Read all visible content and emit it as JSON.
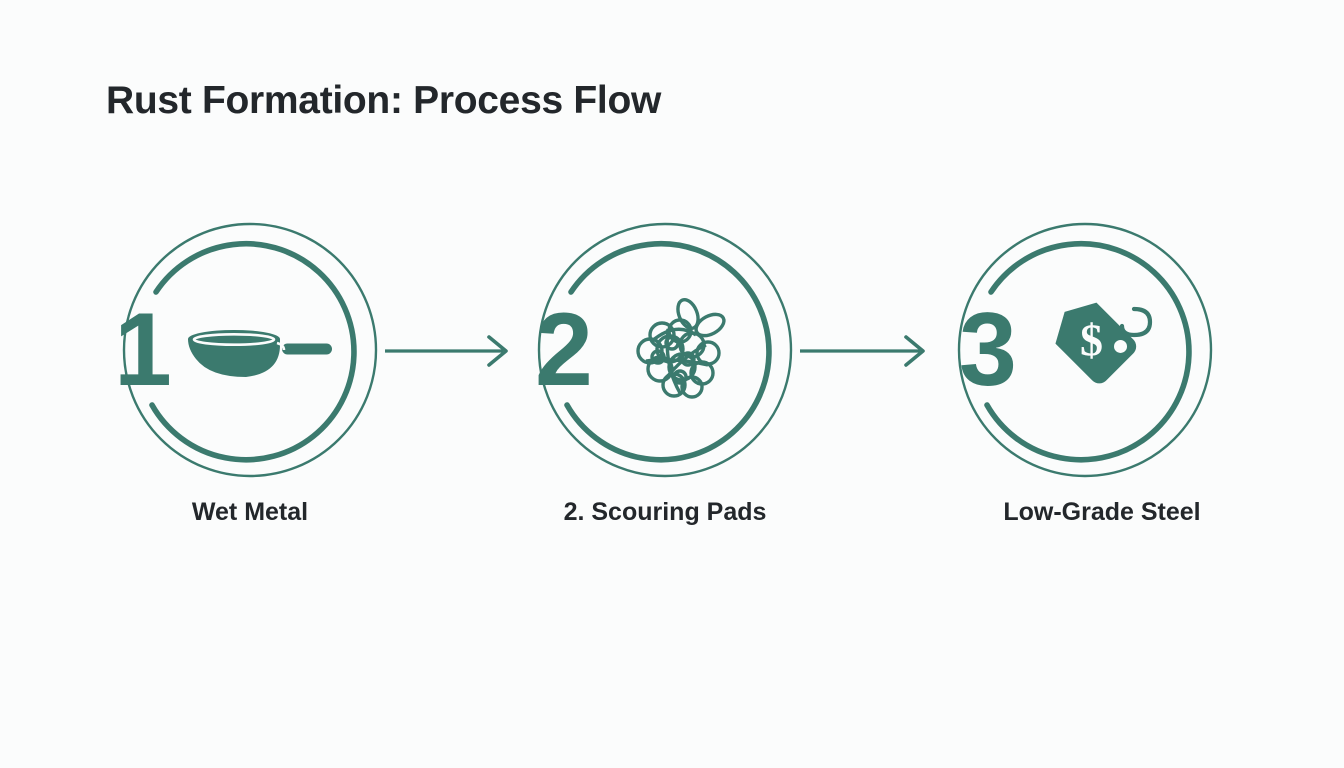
{
  "page": {
    "title": "Rust Formation: Process Flow",
    "background_color": "#fbfcfc",
    "accent_color": "#3b7a6e",
    "text_color": "#23272b"
  },
  "flow": {
    "type": "process-flow",
    "orientation": "horizontal",
    "step_count": 3,
    "steps": [
      {
        "number": "1",
        "label": "Wet Metal",
        "icon": "frying-pan-icon"
      },
      {
        "number": "2",
        "label": "2. Scouring Pads",
        "icon": "scouring-pad-icon"
      },
      {
        "number": "3",
        "label": "Low-Grade Steel",
        "icon": "price-tag-dollar-icon"
      }
    ],
    "connectors": [
      {
        "from": "1",
        "to": "2",
        "icon": "arrow-right-icon"
      },
      {
        "from": "2",
        "to": "3",
        "icon": "arrow-right-icon"
      }
    ]
  }
}
